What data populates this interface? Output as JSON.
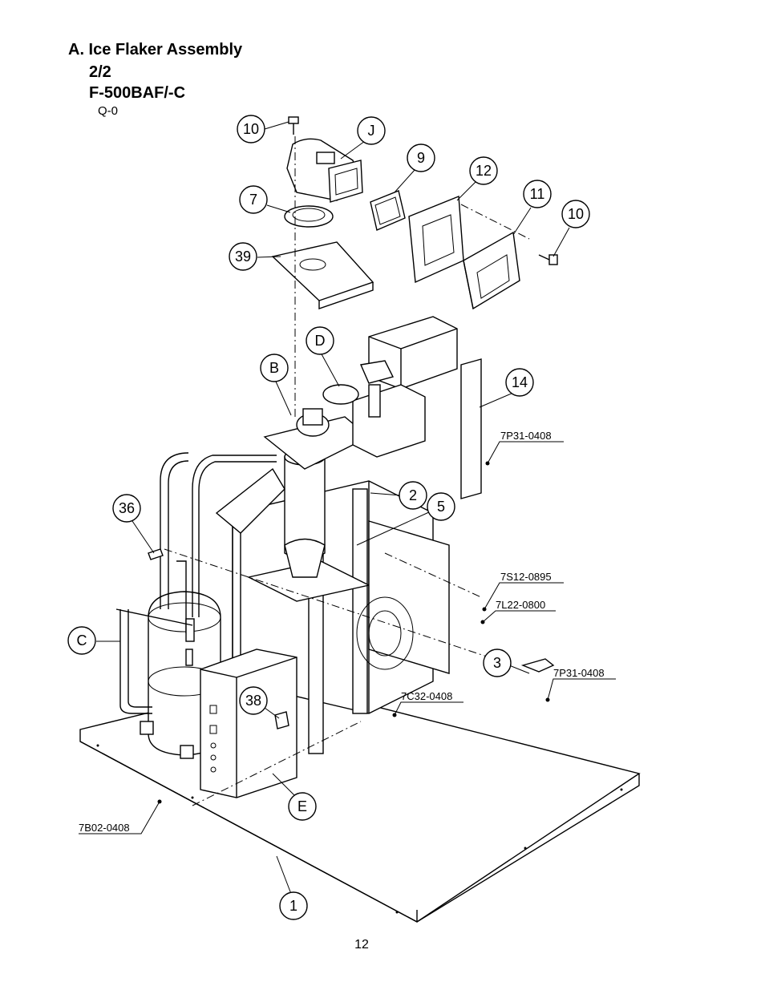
{
  "header": {
    "title": "A. Ice Flaker Assembly",
    "sheet": "2/2",
    "model": "F-500BAF/-C",
    "revision": "Q-0"
  },
  "callouts": {
    "c10a": "10",
    "cJ": "J",
    "c9": "9",
    "c12": "12",
    "c11": "11",
    "c10b": "10",
    "c7": "7",
    "c39": "39",
    "cD": "D",
    "cB": "B",
    "c14": "14",
    "c2": "2",
    "c5": "5",
    "c36": "36",
    "cC": "C",
    "c3": "3",
    "c38": "38",
    "cE": "E",
    "c1": "1"
  },
  "part_numbers": {
    "p1": "7P31-0408",
    "p2": "7S12-0895",
    "p3": "7L22-0800",
    "p4": "7P31-0408",
    "p5": "7C32-0408",
    "p6": "7B02-0408"
  },
  "footer": {
    "page_number": "12"
  }
}
